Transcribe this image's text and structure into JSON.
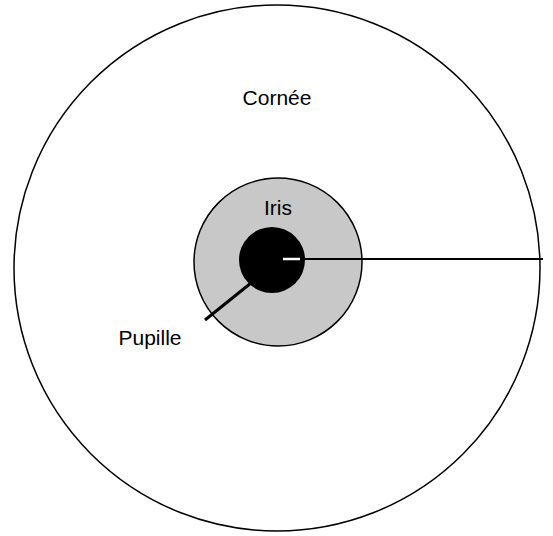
{
  "diagram": {
    "labels": [
      "Cornée",
      "Iris",
      "Pupille"
    ]
  }
}
